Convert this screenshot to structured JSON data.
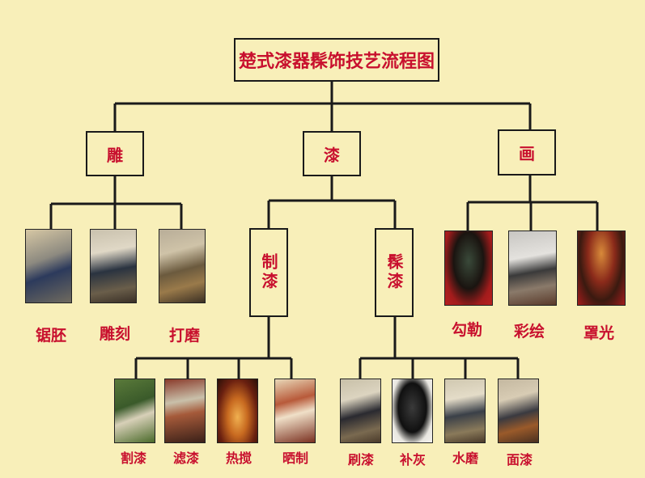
{
  "title": "楚式漆器髹饰技艺流程图",
  "categories": {
    "diao": "雕",
    "qi": "漆",
    "hua": "画"
  },
  "sub": {
    "zhiqi": "制漆",
    "xiuqi": "髹漆"
  },
  "diao_steps": [
    "锯胚",
    "雕刻",
    "打磨"
  ],
  "hua_steps": [
    "勾勒",
    "彩绘",
    "罩光"
  ],
  "zhiqi_steps": [
    "割漆",
    "滤漆",
    "热搅",
    "晒制"
  ],
  "xiuqi_steps": [
    "刷漆",
    "补灰",
    "水磨",
    "面漆"
  ],
  "colors": {
    "background": "#f8efb9",
    "label": "#c8102e",
    "line": "#1a1a1a"
  }
}
